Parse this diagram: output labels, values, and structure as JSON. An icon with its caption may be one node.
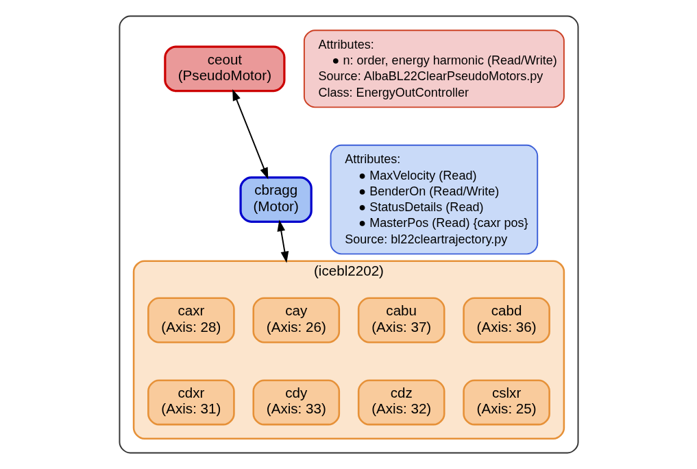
{
  "diagram": {
    "nodes": [
      {
        "text": [],
        "shape": "box"
      },
      {
        "text": [
          "ceout",
          "(PseudoMotor)"
        ],
        "in": 0
      },
      {
        "text": [
          "Attributes:",
          "● n: order, energy harmonic (Read/Write)",
          "Source: AlbaBL22ClearPseudoMotors.py",
          "Class: EnergyOutController"
        ],
        "in": 0
      },
      {
        "text": [
          "cbragg",
          "(Motor)"
        ],
        "in": 0
      },
      {
        "text": [
          "Attributes:",
          "● MaxVelocity (Read)",
          "● BenderOn (Read/Write)",
          "● StatusDetails (Read)",
          "● MasterPos (Read) {caxr pos}",
          "Source: bl22cleartrajectory.py"
        ],
        "in": 0
      },
      {
        "text": [
          "(icebl2202)"
        ],
        "in": 0
      },
      {
        "text": [
          "caxr",
          "(Axis: 28)"
        ],
        "in": 5
      },
      {
        "text": [
          "cay",
          "(Axis: 26)"
        ],
        "in": 5
      },
      {
        "text": [
          "cabu",
          "(Axis: 37)"
        ],
        "in": 5
      },
      {
        "text": [
          "cabd",
          "(Axis: 36)"
        ],
        "in": 5
      },
      {
        "text": [
          "cdxr",
          "(Axis: 31)"
        ],
        "in": 5
      },
      {
        "text": [
          "cdy",
          "(Axis: 33)"
        ],
        "in": 5
      },
      {
        "text": [
          "cdz",
          "(Axis: 32)"
        ],
        "in": 5
      },
      {
        "text": [
          "cslxr",
          "(Axis: 25)"
        ],
        "in": 5
      }
    ],
    "edges": [
      {
        "from": 1,
        "to": 3,
        "arrow": "both"
      },
      {
        "from": 3,
        "to": 5,
        "arrow": "both"
      }
    ]
  }
}
